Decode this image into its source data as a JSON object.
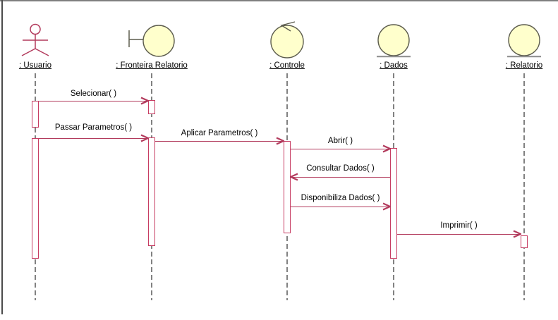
{
  "colors": {
    "message": "#b23a5c",
    "activation_border": "#c73c62",
    "lifeline": "#818181",
    "icon_stroke": "#5d5d4e",
    "icon_fill": "#ffffcc",
    "entity_underline": "#909090",
    "frame_top": "#7f7f7f",
    "frame_left": "#4b4b4b",
    "text": "#000000"
  },
  "objects": [
    {
      "label": ": Usuario",
      "icon": "actor"
    },
    {
      "label": ": Fronteira Relatorio",
      "icon": "boundary"
    },
    {
      "label": ": Controle",
      "icon": "control"
    },
    {
      "label": ": Dados",
      "icon": "entity"
    },
    {
      "label": ": Relatorio",
      "icon": "entity"
    }
  ],
  "messages": [
    {
      "label": "Selecionar( )",
      "from": "usuario",
      "to": "fronteira",
      "direction": "right"
    },
    {
      "label": "Passar Parametros( )",
      "from": "usuario",
      "to": "fronteira",
      "direction": "right"
    },
    {
      "label": "Aplicar Parametros( )",
      "from": "fronteira",
      "to": "controle",
      "direction": "right"
    },
    {
      "label": "Abrir( )",
      "from": "controle",
      "to": "dados",
      "direction": "right"
    },
    {
      "label": "Consultar Dados( )",
      "from": "dados",
      "to": "controle",
      "direction": "left"
    },
    {
      "label": "Disponibiliza Dados( )",
      "from": "controle",
      "to": "dados",
      "direction": "right"
    },
    {
      "label": "Imprimir( )",
      "from": "dados",
      "to": "relatorio",
      "direction": "right"
    }
  ]
}
